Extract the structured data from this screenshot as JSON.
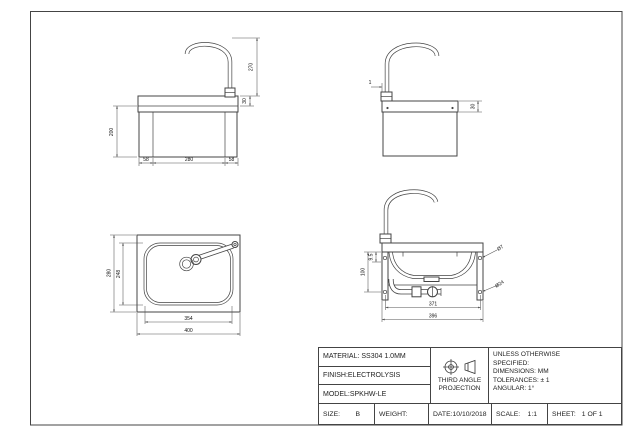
{
  "colors": {
    "background": "#ffffff",
    "line": "#444444",
    "text": "#111111"
  },
  "icons": {
    "projection": "third-angle-projection-symbol"
  },
  "drawing": {
    "front_view": {
      "faucet_height": "270",
      "spout_mount": "30",
      "body_height": "200",
      "flange_left": "58",
      "width": "280",
      "flange_right": "58"
    },
    "side_view": {
      "gap": "1",
      "hole_offset": "30"
    },
    "plan_view": {
      "outer_depth": "280",
      "basin_depth": "248",
      "basin_width": "354",
      "outer_width": "400"
    },
    "section_view": {
      "height_to_drain": "100",
      "top_offset": "9.5",
      "hole_diameter": "Ø7",
      "drain_diameter": "Ø24",
      "hole_span": "371",
      "outer_width": "396"
    }
  },
  "title_block": {
    "material": "MATERIAL:  SS304  1.0MM",
    "finish": "FINISH:ELECTROLYSIS",
    "model": "MODEL:SPKHW-LE",
    "projection": "THIRD ANGLE PROJECTION",
    "notes": [
      "UNLESS OTHERWISE",
      "SPECIFIED:",
      "DIMENSIONS: MM",
      "TOLERANCES: ± 1",
      "ANGULAR: 1°"
    ],
    "size_label": "SIZE:",
    "size_value": "B",
    "weight_label": "WEIGHT:",
    "date": "DATE:10/10/2018",
    "scale_label": "SCALE:",
    "scale_value": "1:1",
    "sheet_label": "SHEET:",
    "sheet_value": "1 OF 1"
  }
}
